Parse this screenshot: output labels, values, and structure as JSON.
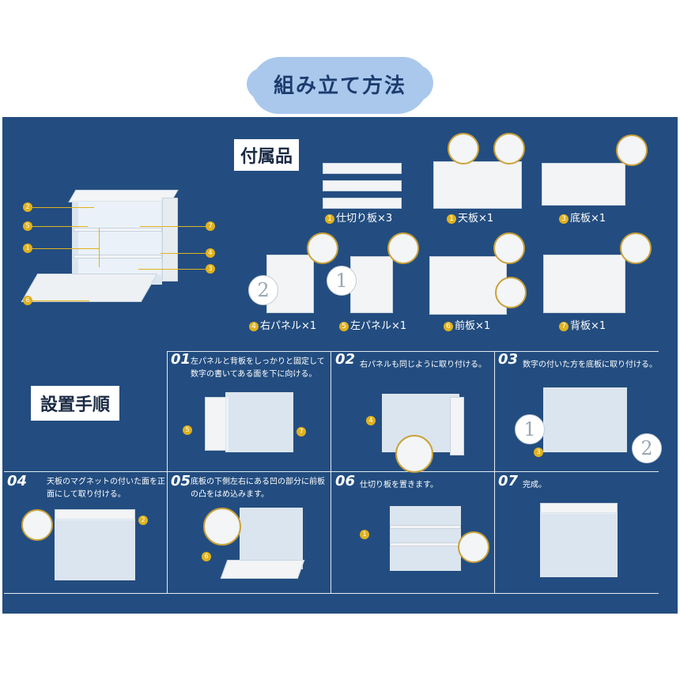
{
  "title": "組み立て方法",
  "parts_heading": "付属品",
  "steps_heading": "設置手順",
  "parts": [
    {
      "num": "1",
      "label": "仕切り板×3"
    },
    {
      "num": "1",
      "label": "天板×1"
    },
    {
      "num": "3",
      "label": "底板×1"
    },
    {
      "num": "4",
      "label": "右パネル×1"
    },
    {
      "num": "5",
      "label": "左パネル×1"
    },
    {
      "num": "6",
      "label": "前板×1"
    },
    {
      "num": "7",
      "label": "背板×1"
    }
  ],
  "diagram_callouts": [
    "2",
    "5",
    "1",
    "6",
    "7",
    "4",
    "3"
  ],
  "panel_numbers": {
    "right_panel": "2",
    "left_panel": "1"
  },
  "steps": [
    {
      "num": "01",
      "text": "左パネルと背板をしっかりと固定して数字の書いてある面を下に向ける。",
      "callouts": [
        "5",
        "7"
      ]
    },
    {
      "num": "02",
      "text": "右パネルも同じように取り付ける。",
      "callouts": [
        "4"
      ]
    },
    {
      "num": "03",
      "text": "数字の付いた方を底板に取り付ける。",
      "callouts": [
        "1",
        "3",
        "2"
      ]
    },
    {
      "num": "04",
      "text": "天板のマグネットの付いた面を正面にして取り付ける。",
      "callouts": [
        "2"
      ]
    },
    {
      "num": "05",
      "text": "底板の下側左右にある凹の部分に前板の凸をはめ込みます。",
      "callouts": [
        "6"
      ]
    },
    {
      "num": "06",
      "text": "仕切り板を置きます。",
      "callouts": [
        "1"
      ]
    },
    {
      "num": "07",
      "text": "完成。",
      "callouts": []
    }
  ],
  "colors": {
    "panel": "#234d80",
    "accent": "#e0b21e",
    "title_blob": "#a9c8ec",
    "title_text": "#1c3c6e"
  }
}
